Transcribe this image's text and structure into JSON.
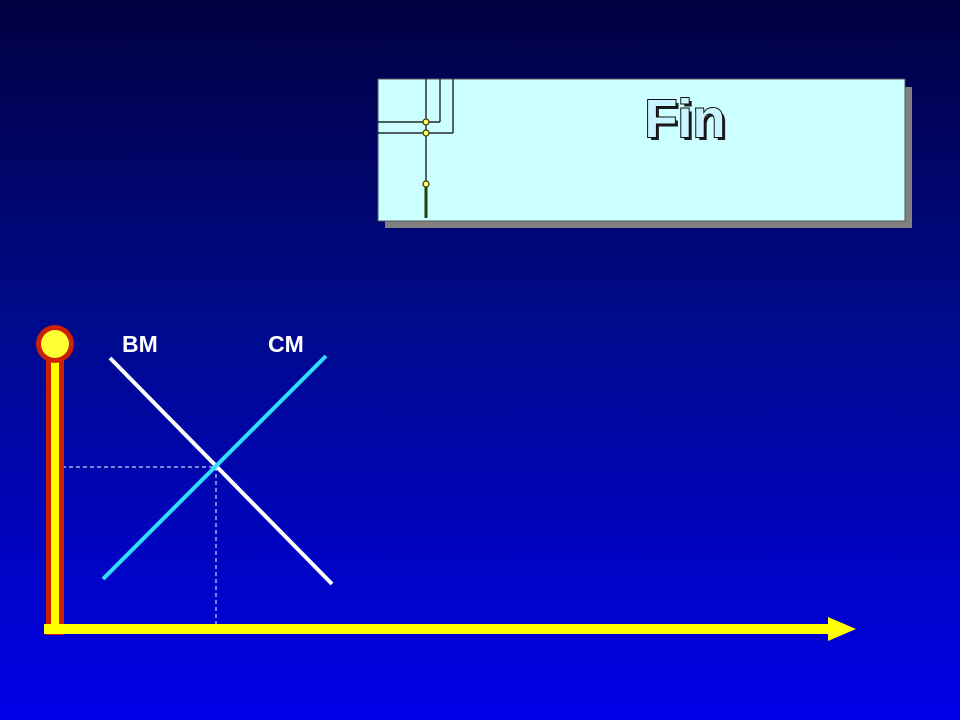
{
  "slide": {
    "title": "Fin",
    "colors": {
      "title_fill": "#ffffe0",
      "title_text": "#c8f5ff",
      "title_outline": "#111111",
      "title_box_bg": "#ccffff",
      "axis_yellow": "#ffff00",
      "axis_red": "#cc2200",
      "bm_line": "#ffffff",
      "cm_line": "#33ddff"
    },
    "icons": {
      "title_decoration": "circuit-lines-icon",
      "axis_origin": "circle-knob-icon",
      "axis_end": "arrow-head-icon"
    }
  },
  "diagram": {
    "labels": {
      "bm": "BM",
      "cm": "CM"
    }
  }
}
